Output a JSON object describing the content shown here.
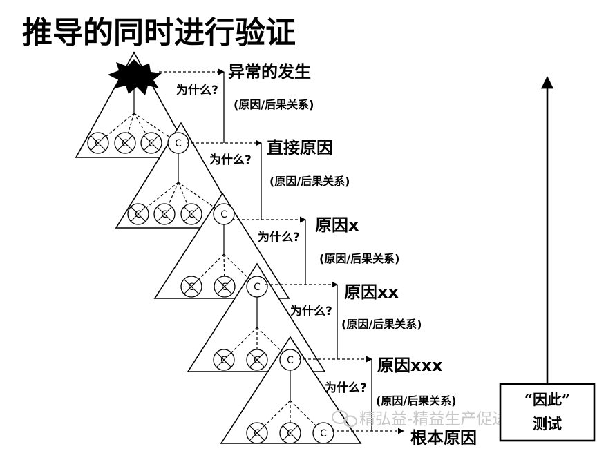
{
  "title": "推导的同时进行验证",
  "event_label": "异常的发生",
  "levels": [
    {
      "label": "直接原因",
      "why": "为什么?",
      "relation": "(原因/后果关系)"
    },
    {
      "label": "原因x",
      "why": "为什么?",
      "relation": "(原因/后果关系)"
    },
    {
      "label": "原因xx",
      "why": "为什么?",
      "relation": "(原因/后果关系)"
    },
    {
      "label": "原因xxx",
      "why": "为什么?",
      "relation": "(原因/后果关系)"
    },
    {
      "label": "根本原因",
      "why": "为什么?",
      "relation": "(原因/后果关系)"
    }
  ],
  "cause_symbol": "C",
  "box": {
    "line1": "“因此”",
    "line2": "测试"
  },
  "watermark": "精弘益-精益生产促进中心",
  "colors": {
    "ink": "#000000",
    "watermark": "#c8c8c8",
    "background": "#ffffff"
  }
}
